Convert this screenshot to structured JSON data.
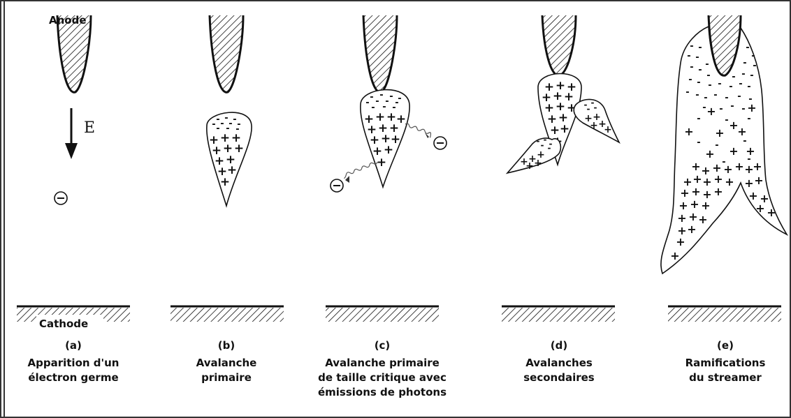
{
  "labels": {
    "anode": "Anode",
    "cathode": "Cathode",
    "field": "E"
  },
  "panels": [
    {
      "id": "a",
      "letter": "(a)",
      "caption": [
        "Apparition d'un",
        "électron germe"
      ]
    },
    {
      "id": "b",
      "letter": "(b)",
      "caption": [
        "Avalanche",
        "primaire"
      ]
    },
    {
      "id": "c",
      "letter": "(c)",
      "caption": [
        "Avalanche primaire",
        "de taille critique avec",
        "émissions de photons"
      ]
    },
    {
      "id": "d",
      "letter": "(d)",
      "caption": [
        "Avalanches",
        "secondaires"
      ]
    },
    {
      "id": "e",
      "letter": "(e)",
      "caption": [
        "Ramifications",
        "du streamer"
      ]
    }
  ]
}
